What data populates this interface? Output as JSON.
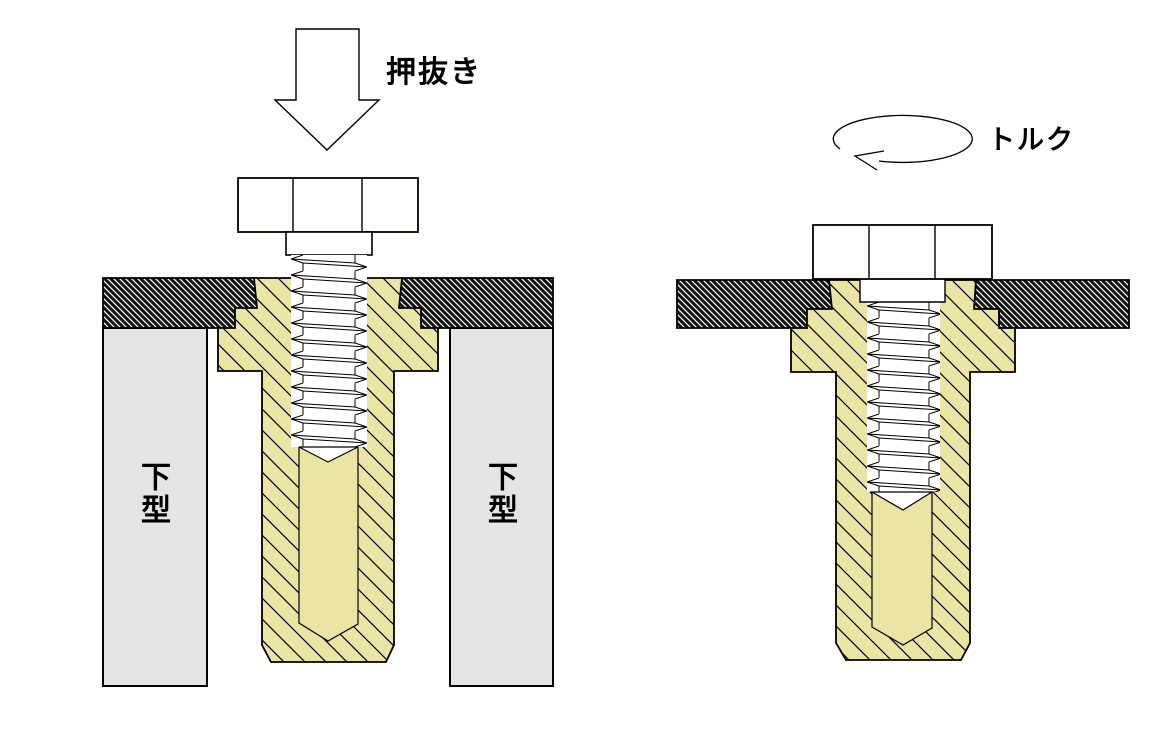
{
  "diagram": {
    "left_panel": {
      "arrow_label": "押抜き",
      "arrow_icon": "down-arrow-icon",
      "die_label": "下型"
    },
    "right_panel": {
      "arrow_label": "トルク",
      "arrow_icon": "rotation-arrow-icon"
    },
    "colors": {
      "insert_fill": "#EAE5A4",
      "die_fill": "#E5E5E3",
      "outline": "#000000",
      "hatch_line": "#000000",
      "background": "#FFFFFD"
    }
  }
}
